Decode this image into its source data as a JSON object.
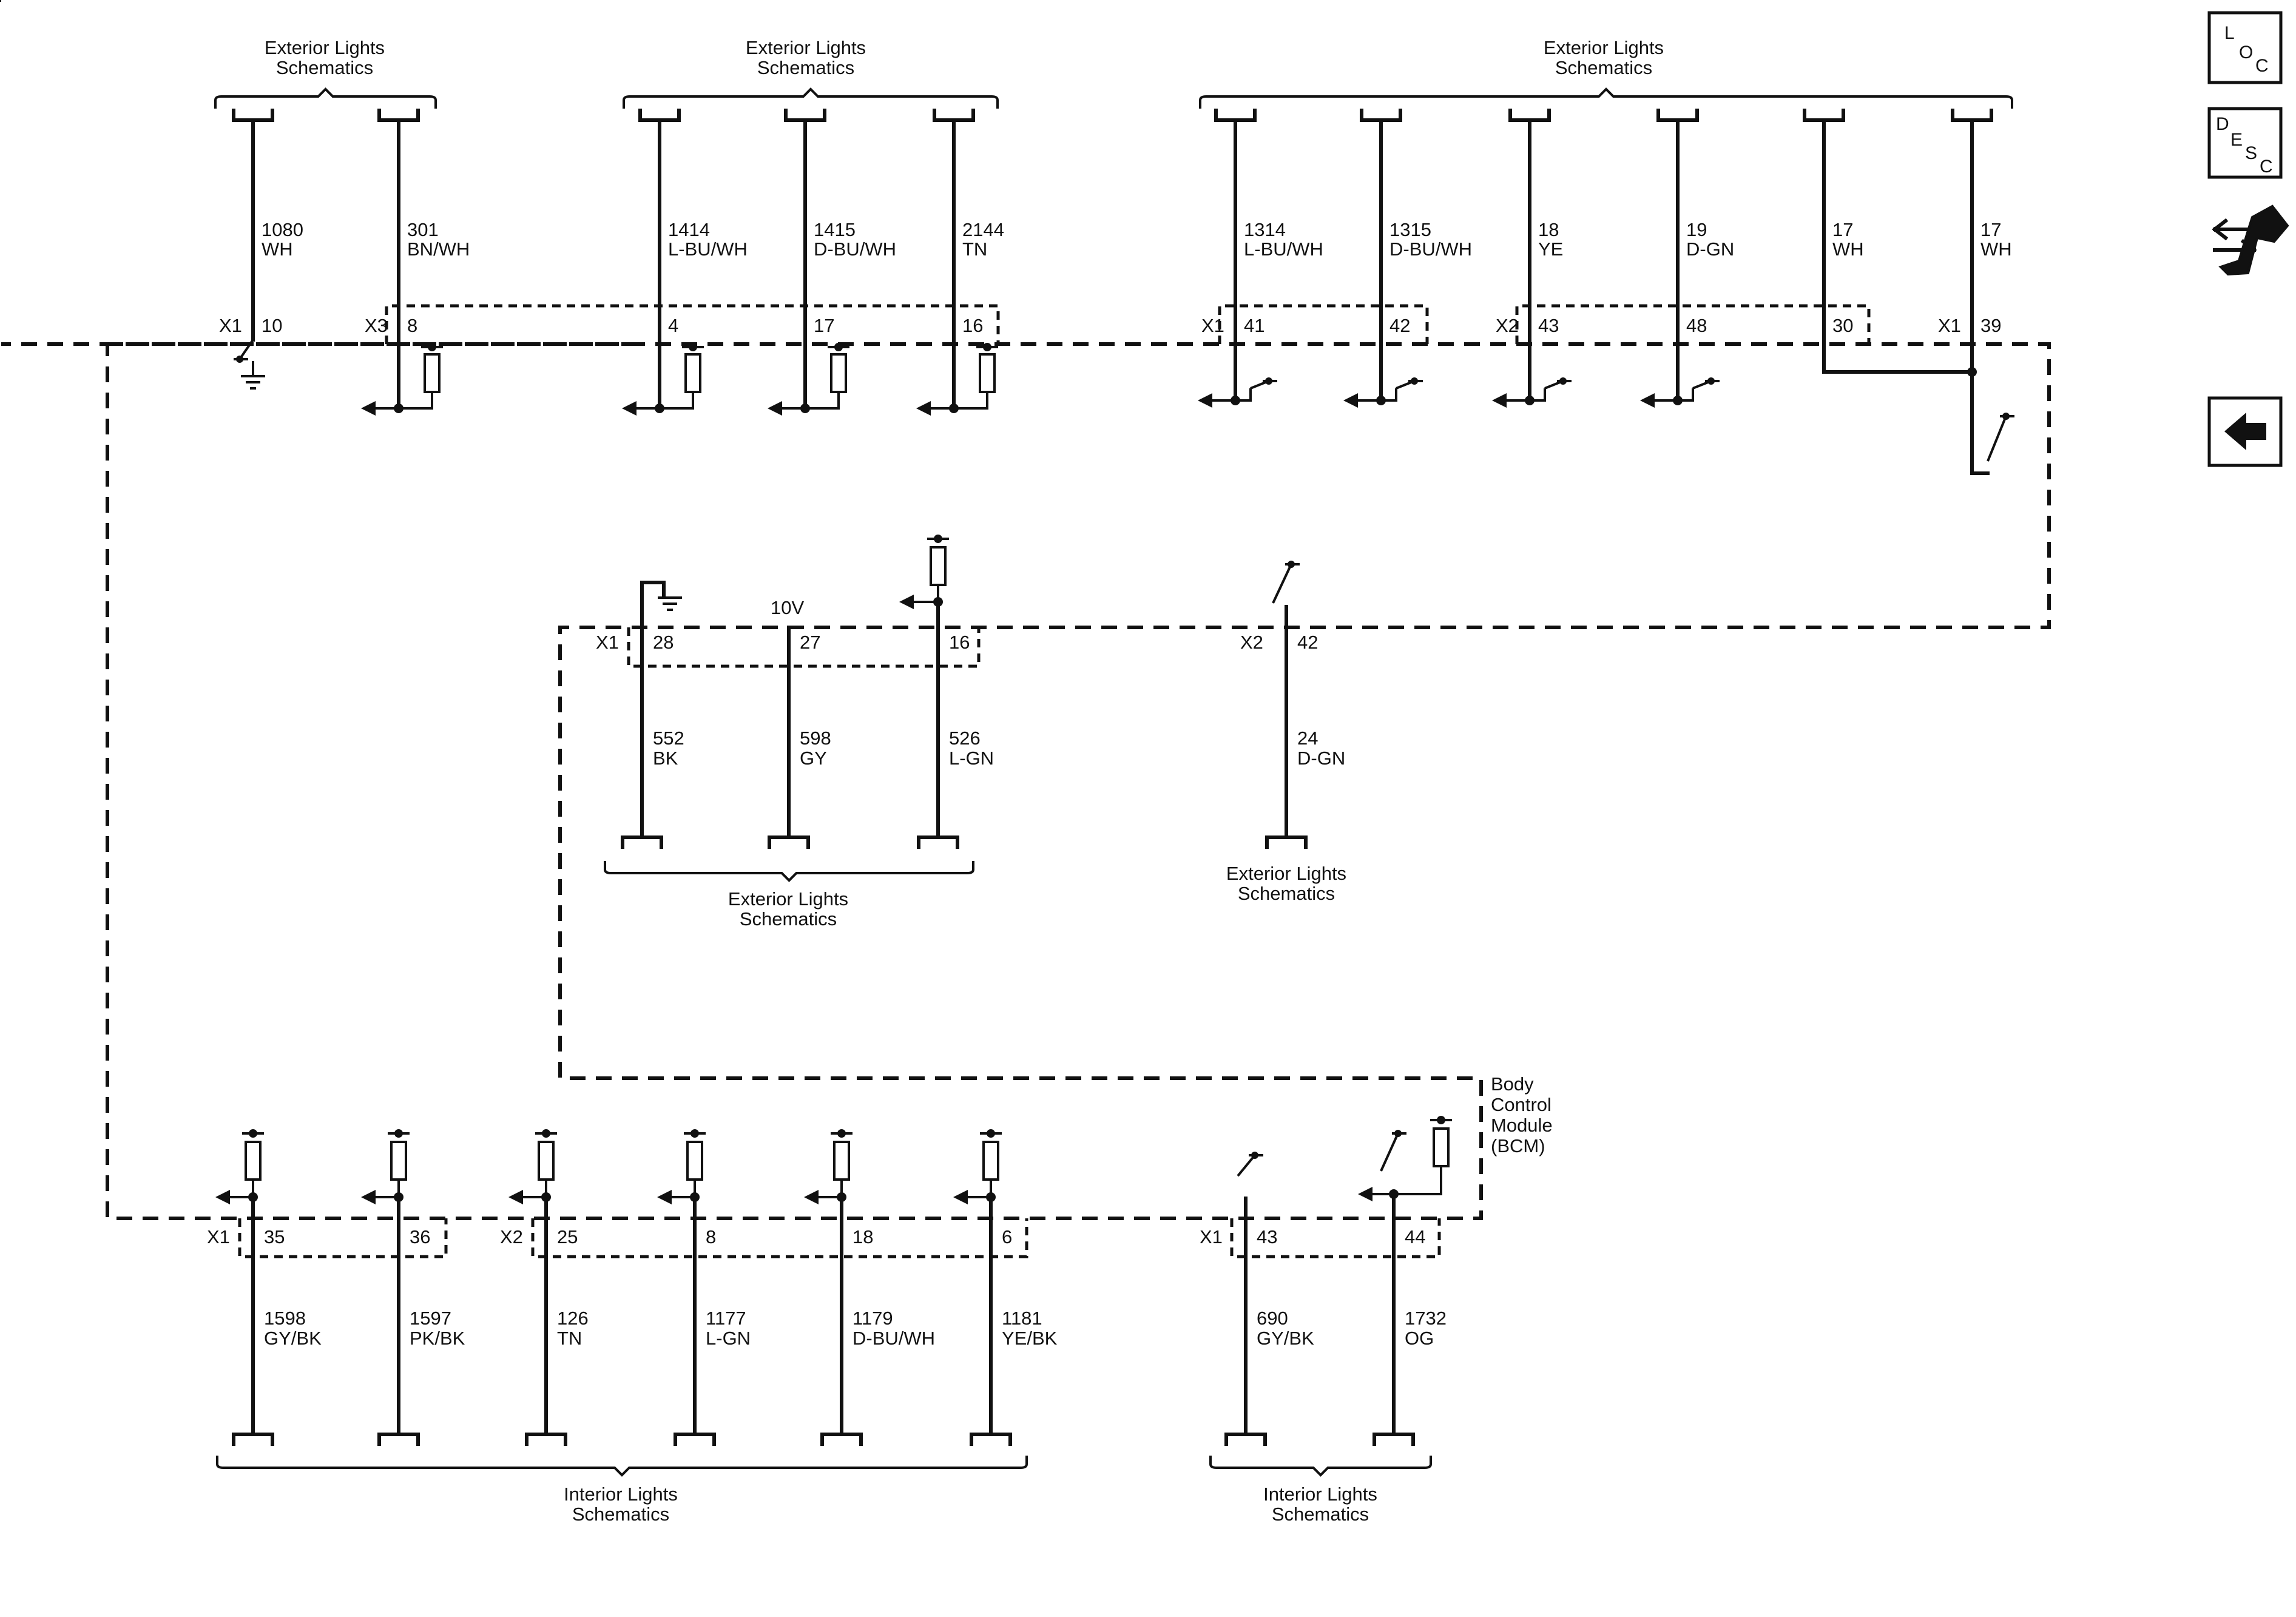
{
  "groups": [
    {
      "title": [
        "Exterior Lights",
        "Schematics"
      ]
    },
    {
      "title": [
        "Exterior Lights",
        "Schematics"
      ]
    },
    {
      "title": [
        "Exterior Lights",
        "Schematics"
      ]
    },
    {
      "title": [
        "Exterior Lights",
        "Schematics"
      ]
    },
    {
      "title": [
        "Exterior Lights",
        "Schematics"
      ]
    },
    {
      "title": [
        "Interior Lights",
        "Schematics"
      ]
    },
    {
      "title": [
        "Interior Lights",
        "Schematics"
      ]
    }
  ],
  "top_circuits": [
    {
      "circuit": "1080",
      "color": "WH",
      "connector": "X1",
      "pin": "10"
    },
    {
      "circuit": "301",
      "color": "BN/WH",
      "connector": "X3",
      "pin": "8"
    },
    {
      "circuit": "1414",
      "color": "L-BU/WH",
      "connector": "",
      "pin": "4"
    },
    {
      "circuit": "1415",
      "color": "D-BU/WH",
      "connector": "",
      "pin": "17"
    },
    {
      "circuit": "2144",
      "color": "TN",
      "connector": "",
      "pin": "16"
    },
    {
      "circuit": "1314",
      "color": "L-BU/WH",
      "connector": "X1",
      "pin": "41"
    },
    {
      "circuit": "1315",
      "color": "D-BU/WH",
      "connector": "",
      "pin": "42"
    },
    {
      "circuit": "18",
      "color": "YE",
      "connector": "X2",
      "pin": "43"
    },
    {
      "circuit": "19",
      "color": "D-GN",
      "connector": "",
      "pin": "48"
    },
    {
      "circuit": "17",
      "color": "WH",
      "connector": "",
      "pin": "30"
    },
    {
      "circuit": "17",
      "color": "WH",
      "connector": "X1",
      "pin": "39"
    }
  ],
  "middle_circuits": [
    {
      "circuit": "552",
      "color": "BK",
      "connector": "X1",
      "pin": "28"
    },
    {
      "circuit": "598",
      "color": "GY",
      "connector": "",
      "pin": "27",
      "voltage": "10V"
    },
    {
      "circuit": "526",
      "color": "L-GN",
      "connector": "",
      "pin": "16"
    },
    {
      "circuit": "24",
      "color": "D-GN",
      "connector": "X2",
      "pin": "42"
    }
  ],
  "bottom_circuits": [
    {
      "circuit": "1598",
      "color": "GY/BK",
      "connector": "X1",
      "pin": "35"
    },
    {
      "circuit": "1597",
      "color": "PK/BK",
      "connector": "",
      "pin": "36"
    },
    {
      "circuit": "126",
      "color": "TN",
      "connector": "X2",
      "pin": "25"
    },
    {
      "circuit": "1177",
      "color": "L-GN",
      "connector": "",
      "pin": "8"
    },
    {
      "circuit": "1179",
      "color": "D-BU/WH",
      "connector": "",
      "pin": "18"
    },
    {
      "circuit": "1181",
      "color": "YE/BK",
      "connector": "",
      "pin": "6"
    },
    {
      "circuit": "690",
      "color": "GY/BK",
      "connector": "X1",
      "pin": "43"
    },
    {
      "circuit": "1732",
      "color": "OG",
      "connector": "",
      "pin": "44"
    }
  ],
  "module": {
    "lines": [
      "Body",
      "Control",
      "Module",
      "(BCM)"
    ]
  },
  "nav": {
    "loc": {
      "letters": [
        "L",
        "O",
        "C"
      ]
    },
    "desc": {
      "letters": [
        "D",
        "E",
        "S",
        "C"
      ]
    },
    "connector_end_view_icon": "connector-wrench-icon",
    "back_icon": "back-arrow-icon"
  }
}
